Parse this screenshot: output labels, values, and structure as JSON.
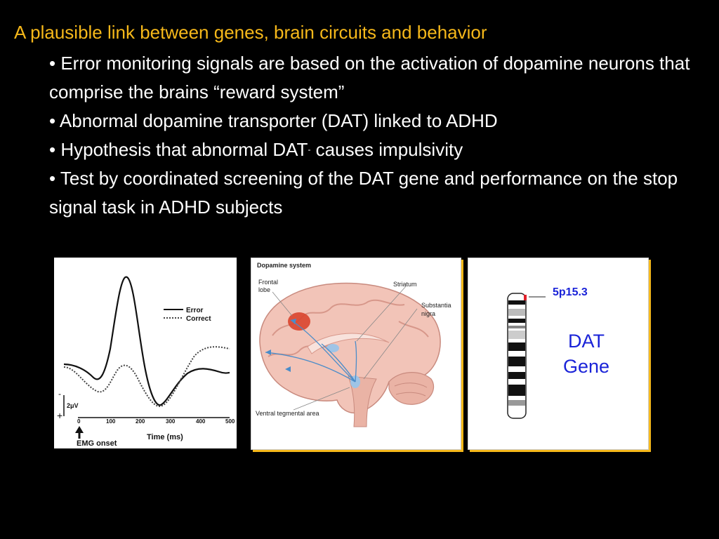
{
  "slide": {
    "title": "A plausible link between genes, brain circuits and behavior",
    "bullets": [
      "• Error monitoring signals are based on the activation of dopamine neurons that comprise the brains “reward system”",
      "• Abnormal dopamine transporter (DAT) linked to ADHD",
      "• Hypothesis that abnormal DAT",
      "• Test by coordinated screening of the DAT gene and performance on the stop signal task in ADHD subjects"
    ],
    "bullet3_sup": "-",
    "bullet3_tail": " causes impulsivity"
  },
  "erp": {
    "legend_error": "Error",
    "legend_correct": "Correct",
    "minus": "-",
    "plus": "+",
    "scale": "2μV",
    "xlabel": "Time (ms)",
    "onset": "EMG onset",
    "ticks": [
      "0",
      "100",
      "200",
      "300",
      "400",
      "500"
    ]
  },
  "brain": {
    "title": "Dopamine system",
    "frontal": "Frontal",
    "lobe": "lobe",
    "striatum": "Striatum",
    "substantia": "Substantia",
    "nigra": "nigra",
    "vta": "Ventral tegmental area"
  },
  "chrom": {
    "band": "5p15.3",
    "dat": "DAT",
    "gene": "Gene"
  },
  "colors": {
    "title": "#f6b81a",
    "text": "#ffffff",
    "gene_label": "#1a23d8"
  }
}
